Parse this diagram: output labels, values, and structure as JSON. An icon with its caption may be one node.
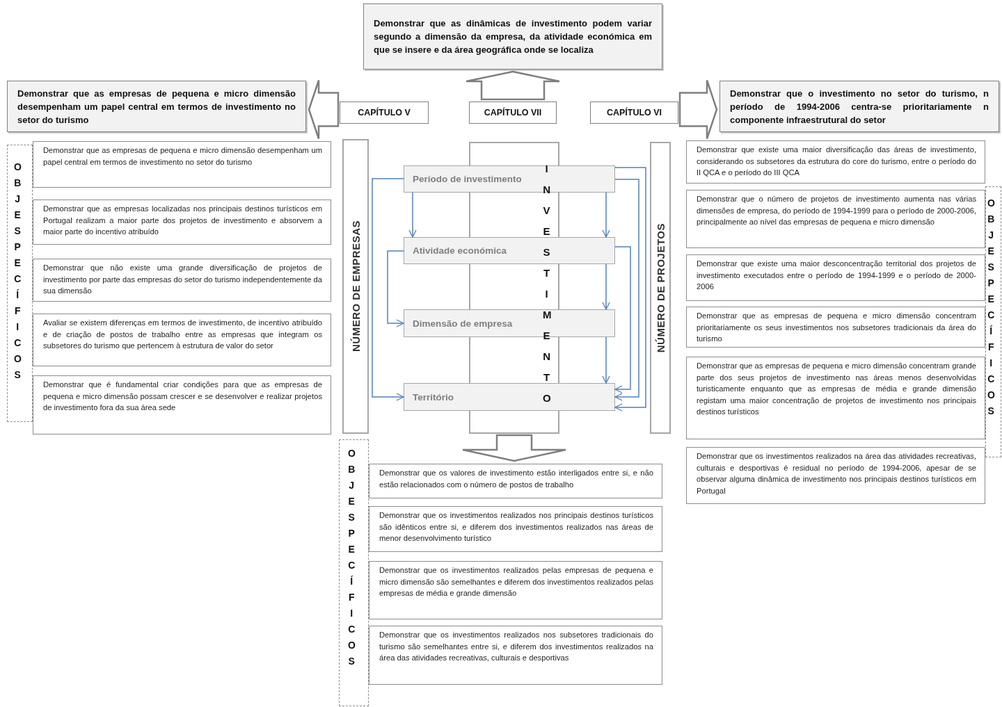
{
  "diagram": {
    "nodes": [
      {
        "text": [
          "Demonstrar que as dinâmicas de investimento podem variar segundo a dimensão da empresa, da atividade económica em que se insere e da área geográfica onde se localiza"
        ]
      },
      {
        "text": [
          "Demonstrar que as empresas de pequena e micro dimensão desempenham um papel central em termos de investimento no setor do turismo"
        ]
      },
      {
        "text": [
          "Demonstrar que o investimento no setor do turismo, n período de 1994-2006 centra-se prioritariamente n componente infraestrutural do setor"
        ]
      },
      {
        "text": [
          "CAPÍTULO V"
        ]
      },
      {
        "text": [
          "CAPÍTULO VII"
        ]
      },
      {
        "text": [
          "CAPÍTULO VI"
        ]
      },
      {
        "text": [
          "NÚMERO DE EMPRESAS"
        ]
      },
      {
        "text": [
          "INVESTIMENTO"
        ]
      },
      {
        "text": [
          "NÚMERO DE PROJETOS"
        ]
      },
      {
        "text": [
          "Período de investimento"
        ]
      },
      {
        "text": [
          "Atividade económica"
        ]
      },
      {
        "text": [
          "Dimensão de empresa"
        ]
      },
      {
        "text": [
          "Território"
        ]
      },
      {
        "text": [
          "OBJ ESPECÍFICOS"
        ]
      },
      {
        "text": [
          "Demonstrar que as empresas de pequena e micro dimensão desempenham um papel central em termos de investimento no setor do turismo"
        ]
      },
      {
        "text": [
          "Demonstrar que as empresas localizadas nos principais destinos turísticos em Portugal realizam a maior parte dos projetos de investimento e absorvem a maior parte do incentivo atribuído"
        ]
      },
      {
        "text": [
          "Demonstrar que não existe uma grande diversificação de projetos de investimento por parte das empresas do setor do turismo independentemente da sua dimensão"
        ]
      },
      {
        "text": [
          "Avaliar se existem diferenças em termos de investimento, de incentivo atribuído e de criação de postos de trabalho entre as empresas que integram os subsetores do turismo que pertencem à estrutura de valor do setor"
        ]
      },
      {
        "text": [
          "Demonstrar que é fundamental criar condições para que as empresas de pequena e micro dimensão possam crescer e se desenvolver e realizar projetos de investimento fora da sua área sede"
        ]
      },
      {
        "text": [
          "OBJ ESPECÍFICOS"
        ]
      },
      {
        "text": [
          "Demonstrar que existe uma maior diversificação das áreas de investimento, considerando os subsetores da estrutura do core do turismo, entre o período do II QCA e o período do III QCA"
        ]
      },
      {
        "text": [
          "Demonstrar que o número de projetos de investimento aumenta nas várias dimensões de empresa, do período de 1994-1999 para o período de 2000-2006, principalmente ao nível das empresas de pequena e micro dimensão"
        ]
      },
      {
        "text": [
          "Demonstrar que existe uma maior desconcentração territorial dos projetos de investimento executados entre o período de 1994-1999 e o período de 2000-2006"
        ]
      },
      {
        "text": [
          "Demonstrar que as empresas de pequena e micro dimensão concentram prioritariamente os seus investimentos nos subsetores tradicionais da área do turismo"
        ]
      },
      {
        "text": [
          "Demonstrar que as empresas de pequena e micro dimensão concentram grande parte dos seus projetos de investimento nas áreas menos desenvolvidas turisticamente enquanto que as empresas de média e grande dimensão registam uma maior concentração de projetos de investimento nos principais destinos turísticos"
        ]
      },
      {
        "text": [
          "Demonstrar que os investimentos realizados na área das atividades recreativas, culturais e desportivas é residual no período de 1994-2006, apesar de se observar alguma dinâmica de investimento nos principais destinos turísticos em Portugal"
        ]
      },
      {
        "text": [
          "OBJ ESPECÍFICOS"
        ]
      },
      {
        "text": [
          "Demonstrar que os valores de investimento estão interligados entre si, e não estão relacionados com o número de postos de trabalho"
        ]
      },
      {
        "text": [
          "Demonstrar que os investimentos realizados nos principais destinos turísticos são idênticos entre si, e diferem dos investimentos realizados nas áreas de menor desenvolvimento turístico"
        ]
      },
      {
        "text": [
          "Demonstrar que os investimentos realizados pelas empresas de pequena e micro dimensão são semelhantes e diferem dos investimentos realizados pelas empresas de média e grande dimensão"
        ]
      },
      {
        "text": [
          "Demonstrar que os investimentos realizados nos subsetores tradicionais do turismo são semelhantes entre si, e diferem dos investimentos realizados na área das atividades recreativas, culturais e desportivas"
        ]
      }
    ],
    "edges": [
      {
        "from": 4,
        "to": 0,
        "arrow": "to",
        "style": "thick",
        "color": "#7f7f7f"
      },
      {
        "from": 3,
        "to": 1,
        "arrow": "to",
        "style": "thick",
        "color": "#7f7f7f"
      },
      {
        "from": 5,
        "to": 2,
        "arrow": "to",
        "style": "thick",
        "color": "#7f7f7f"
      },
      {
        "from": 7,
        "to": 27,
        "arrow": "to",
        "style": "thick",
        "color": "#7f7f7f"
      },
      {
        "from": 9,
        "to": 10,
        "arrow": "to"
      },
      {
        "from": 9,
        "to": 12,
        "arrow": "to"
      },
      {
        "from": 10,
        "to": 11,
        "arrow": "to"
      },
      {
        "from": 9,
        "to": 10,
        "arrow": "to"
      },
      {
        "from": 10,
        "to": 11,
        "arrow": "to"
      },
      {
        "from": 11,
        "to": 12,
        "arrow": "to"
      },
      {
        "from": 10,
        "to": 12,
        "arrow": "to"
      },
      {
        "from": 9,
        "to": 12,
        "arrow": "to"
      },
      {
        "from": 9,
        "to": 12,
        "arrow": "to"
      }
    ]
  }
}
